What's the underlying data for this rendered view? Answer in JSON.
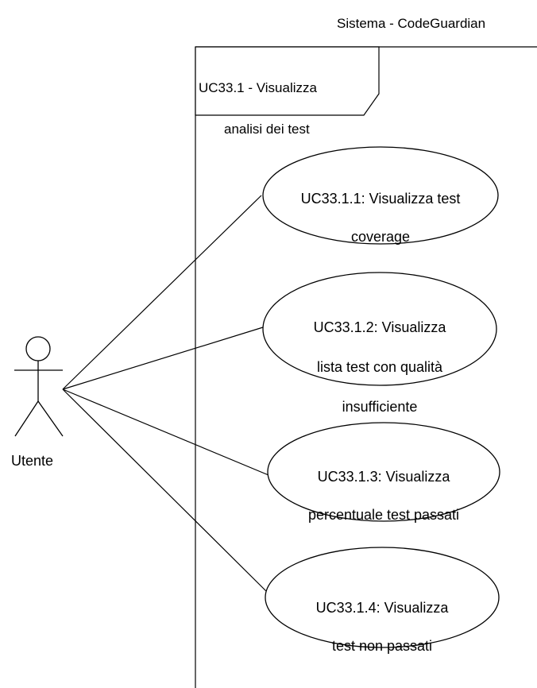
{
  "system": {
    "title": "Sistema - CodeGuardian"
  },
  "frame": {
    "label_line1": "UC33.1 - Visualizza",
    "label_line2": "analisi dei test"
  },
  "actor": {
    "name": "Utente"
  },
  "use_cases": [
    {
      "line1": "UC33.1.1: Visualizza test",
      "line2": "coverage",
      "line3": ""
    },
    {
      "line1": "UC33.1.2: Visualizza",
      "line2": "lista test con qualità",
      "line3": "insufficiente"
    },
    {
      "line1": "UC33.1.3: Visualizza",
      "line2": "percentuale test passati",
      "line3": ""
    },
    {
      "line1": "UC33.1.4: Visualizza",
      "line2": "test non passati",
      "line3": ""
    }
  ]
}
